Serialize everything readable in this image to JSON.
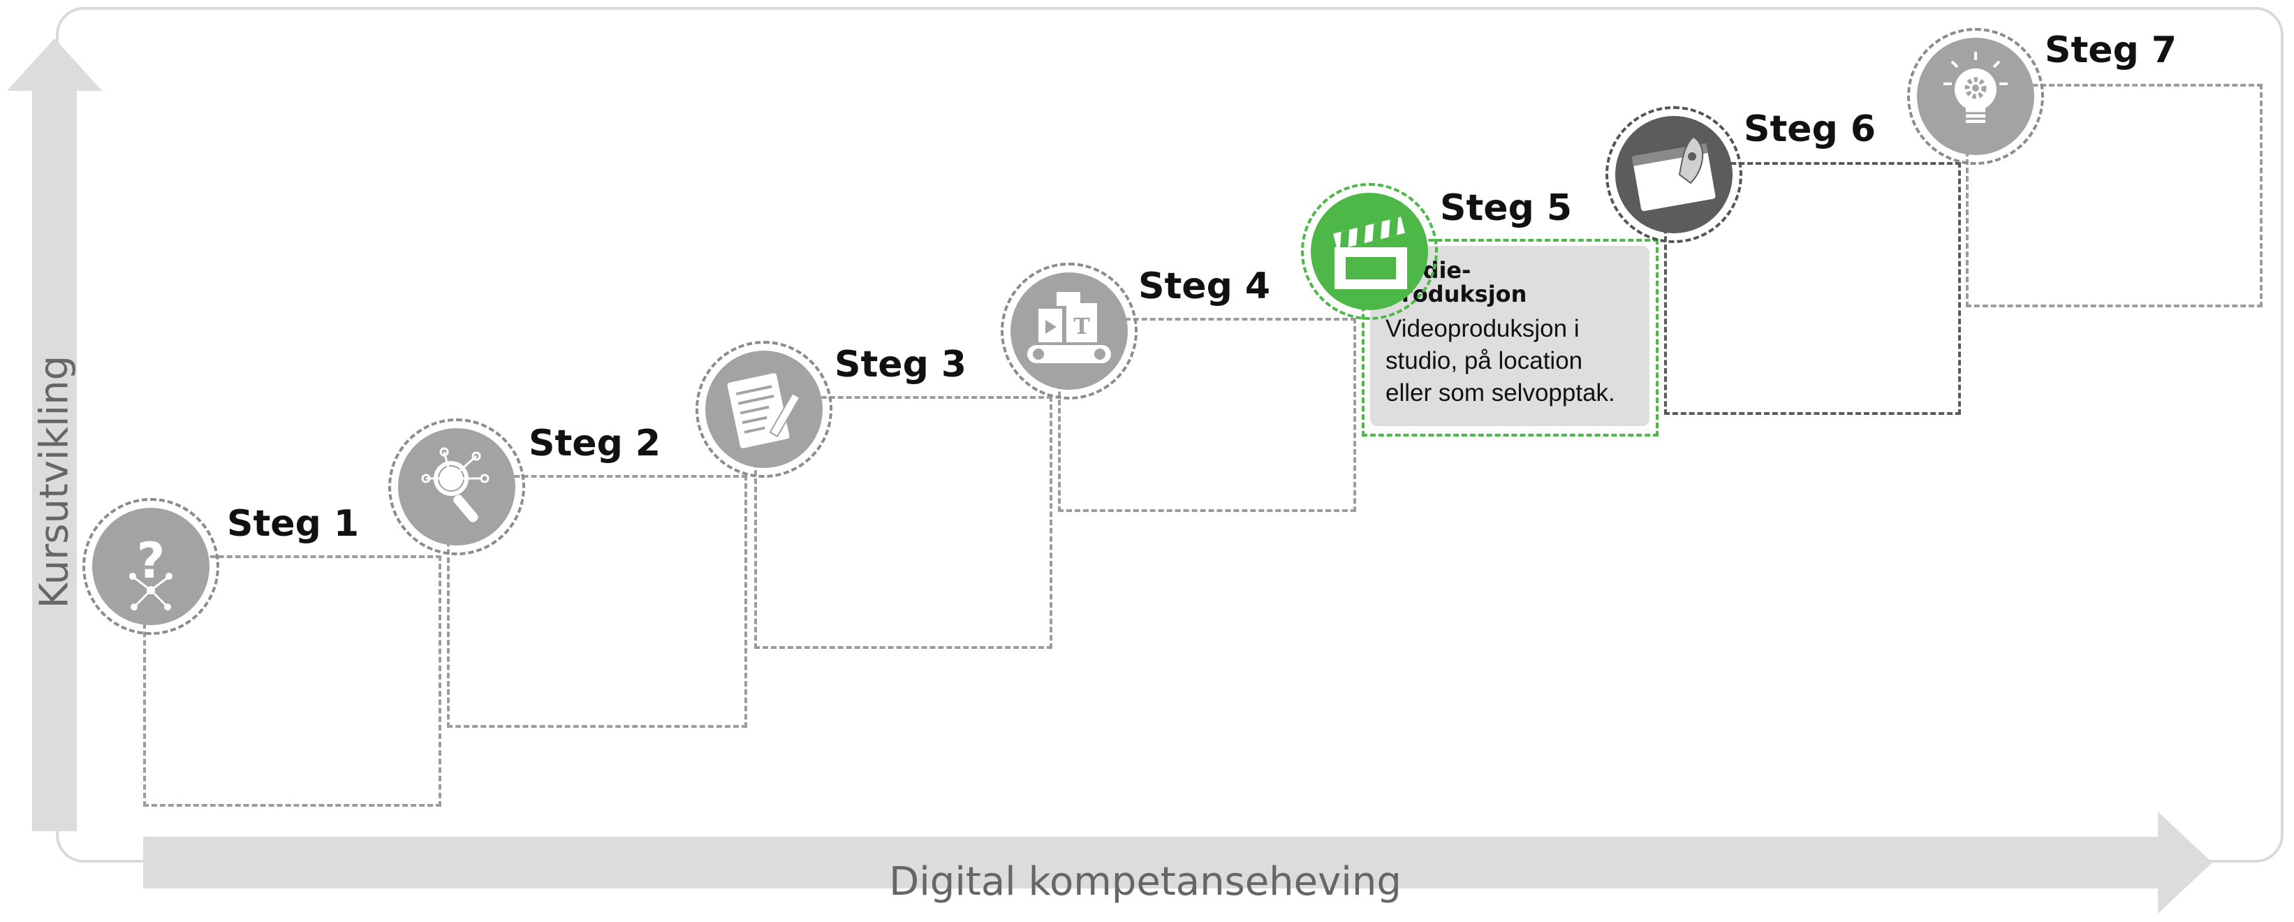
{
  "axes": {
    "y_label": "Kursutvikling",
    "x_label": "Digital kompetanseheving"
  },
  "steps": [
    {
      "label": "Steg 1",
      "icon": "question-network-icon",
      "state": "inactive"
    },
    {
      "label": "Steg 2",
      "icon": "magnifier-network-icon",
      "state": "inactive"
    },
    {
      "label": "Steg 3",
      "icon": "document-pen-icon",
      "state": "inactive"
    },
    {
      "label": "Steg 4",
      "icon": "conveyor-media-icon",
      "state": "inactive"
    },
    {
      "label": "Steg 5",
      "icon": "clapperboard-icon",
      "state": "active"
    },
    {
      "label": "Steg 6",
      "icon": "rocket-browser-icon",
      "state": "dark"
    },
    {
      "label": "Steg 7",
      "icon": "lightbulb-gear-icon",
      "state": "inactive"
    }
  ],
  "active_card": {
    "title_line1": "Medie-",
    "title_line2": "produksjon",
    "text_line1": "Videoproduksjon i",
    "text_line2": "studio, på location",
    "text_line3": "eller som selvopptak."
  },
  "colors": {
    "active": "#4db848",
    "inactive": "#a3a3a3",
    "dark": "#5c5c5c",
    "axis": "#dcdcdc",
    "label": "#666666"
  }
}
